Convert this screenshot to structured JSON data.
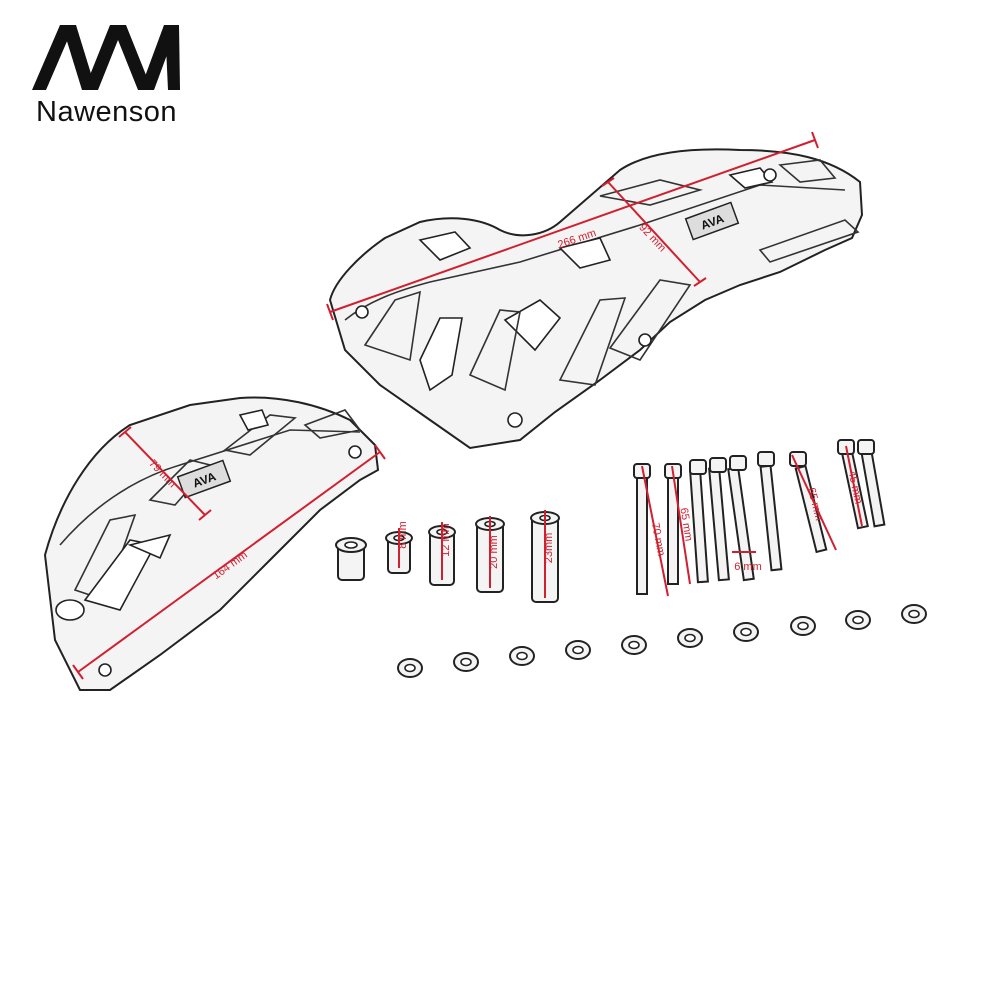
{
  "brand": {
    "name": "Nawenson",
    "logo_mark": "AVA",
    "emblem": "AVA"
  },
  "dimensions": {
    "large_length": "266 mm",
    "large_width": "92 mm",
    "small_length": "164 mm",
    "small_width": "79 mm",
    "spacer_1": "8 mm",
    "spacer_2": "12 mm",
    "spacer_3": "20 mm",
    "spacer_4": "23mm",
    "bolt_70": "70 mm",
    "bolt_65a": "65 mm",
    "bolt_diameter": "6 mm",
    "bolt_65b": "65 mm",
    "bolt_45": "45 mm"
  },
  "colors": {
    "dimension_red": "#d02030",
    "outline": "#222222"
  }
}
